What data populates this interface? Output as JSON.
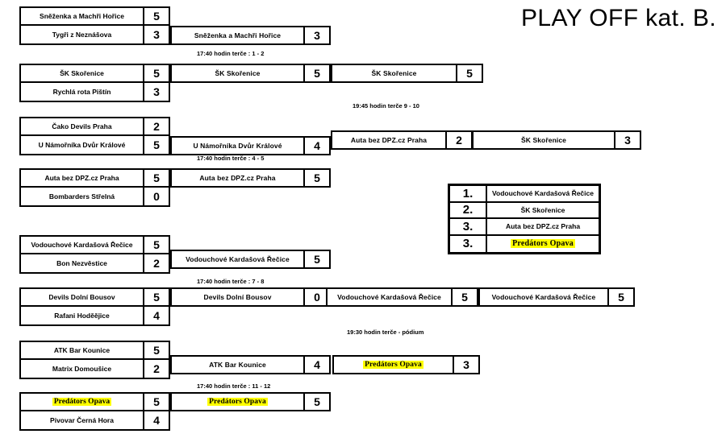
{
  "title": "PLAY OFF kat. B.",
  "highlight_color": "#ffff00",
  "time_labels": [
    {
      "text": "17:40 hodin terče : 1 - 2"
    },
    {
      "text": "19:45 hodin terče 9 - 10"
    },
    {
      "text": "17:40 hodin terče : 4 - 5"
    },
    {
      "text": "17:40 hodin terče : 7 - 8"
    },
    {
      "text": "19:30 hodin terče - pódium"
    },
    {
      "text": "17:40 hodin terče : 11 - 12"
    }
  ],
  "round1": [
    {
      "top": {
        "team": "Sněženka a Machři Hořice",
        "score": "5"
      },
      "bottom": {
        "team": "Tygři z Neznášova",
        "score": "3"
      }
    },
    {
      "top": {
        "team": "ŠK Skořenice",
        "score": "5"
      },
      "bottom": {
        "team": "Rychlá rota Pištín",
        "score": "3"
      }
    },
    {
      "top": {
        "team": "Čako Devils Praha",
        "score": "2"
      },
      "bottom": {
        "team": "U Námořníka Dvůr Králové",
        "score": "5"
      }
    },
    {
      "top": {
        "team": "Auta bez DPZ.cz Praha",
        "score": "5"
      },
      "bottom": {
        "team": "Bombarders Střelná",
        "score": "0"
      }
    },
    {
      "top": {
        "team": "Vodouchové Kardašová Řečice",
        "score": "5"
      },
      "bottom": {
        "team": "Bon Nezvěstice",
        "score": "2"
      }
    },
    {
      "top": {
        "team": "Devils Dolní Bousov",
        "score": "5"
      },
      "bottom": {
        "team": "Rafani Hoděějice",
        "score": "4"
      }
    },
    {
      "top": {
        "team": "ATK Bar Kounice",
        "score": "5"
      },
      "bottom": {
        "team": "Matrix Domoušice",
        "score": "2"
      }
    },
    {
      "top": {
        "team": "Predátors Opava",
        "score": "5",
        "highlight": true
      },
      "bottom": {
        "team": "Pivovar Černá Hora",
        "score": "4"
      }
    }
  ],
  "round2": [
    {
      "team": "Sněženka a Machři Hořice",
      "score": "3"
    },
    {
      "team": "ŠK Skořenice",
      "score": "5"
    },
    {
      "team": "U Námořníka Dvůr Králové",
      "score": "4"
    },
    {
      "team": "Auta bez DPZ.cz Praha",
      "score": "5"
    },
    {
      "team": "Vodouchové Kardašová Řečice",
      "score": "5"
    },
    {
      "team": "Devils Dolní Bousov",
      "score": "0"
    },
    {
      "team": "ATK Bar Kounice",
      "score": "4"
    },
    {
      "team": "Predátors Opava",
      "score": "5",
      "highlight": true
    }
  ],
  "round3": [
    {
      "team": "ŠK Skořenice",
      "score": "5"
    },
    {
      "team": "Auta bez DPZ.cz Praha",
      "score": "2"
    },
    {
      "team": "Vodouchové Kardašová Řečice",
      "score": "5"
    },
    {
      "team": "Predátors Opava",
      "score": "3",
      "highlight": true
    }
  ],
  "final": [
    {
      "team": "ŠK Skořenice",
      "score": "3"
    },
    {
      "team": "Vodouchové Kardašová Řečice",
      "score": "5"
    }
  ],
  "standings": {
    "rows": [
      {
        "pos": "1.",
        "team": "Vodouchové Kardašová Řečice"
      },
      {
        "pos": "2.",
        "team": "ŠK Skořenice"
      },
      {
        "pos": "3.",
        "team": "Auta bez DPZ.cz Praha"
      },
      {
        "pos": "3.",
        "team": "Predátors Opava",
        "highlight": true
      }
    ]
  }
}
